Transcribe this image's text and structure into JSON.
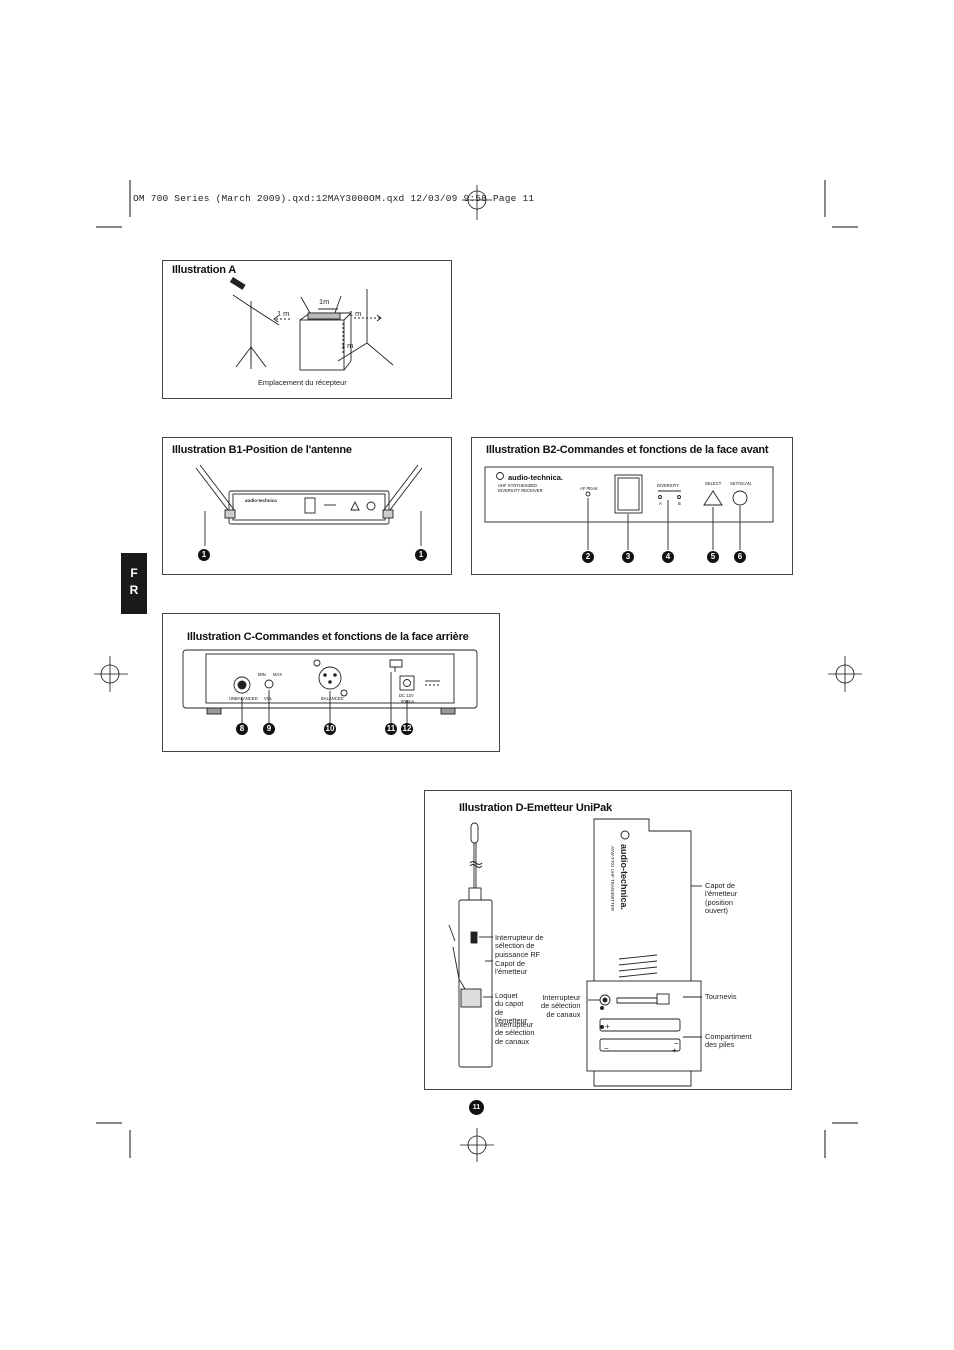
{
  "slug_line": "OM 700 Series (March 2009).qxd:12MAY3000OM.qxd  12/03/09  9:58  Page 11",
  "language_tab": [
    "F",
    "R"
  ],
  "page_number": "11",
  "illustration_a": {
    "title": "Illustration A",
    "caption": "Emplacement du récepteur",
    "dim_top": "1m",
    "dim_left": "1 m",
    "dim_right": "1 m",
    "dim_down": "1 m"
  },
  "illustration_b1": {
    "title": "Illustration B1-Position de l'antenne",
    "callouts": [
      "1",
      "1"
    ]
  },
  "illustration_b2": {
    "title": "Illustration B2-Commandes et fonctions de la face avant",
    "brand": "audio-technica.",
    "model_line1": "UHF SYNTHESIZED",
    "model_line2": "DIVERSITY RECEIVER",
    "af_peak": "AF PEAK",
    "diversity": "DIVERSITY",
    "div_a": "A",
    "div_b": "B",
    "select": "SELECT",
    "set_scan": "SET/SCAN",
    "callouts": [
      "2",
      "3",
      "4",
      "5",
      "6"
    ]
  },
  "illustration_c": {
    "title": "Illustration C-Commandes et fonctions de la face arrière",
    "unbalanced": "UNBALANCED",
    "vol": "VOL",
    "min": "MIN",
    "max": "MAX",
    "balanced": "BALANCED",
    "dc": "DC 12V",
    "dc_rating": "500mA",
    "callouts": [
      "8",
      "9",
      "10",
      "11",
      "12"
    ]
  },
  "illustration_d": {
    "title": "Illustration D-Emetteur UniPak",
    "brand": "audio-technica.",
    "transmitter_text": "ATW-T701 UHF TRANSMITTER",
    "labels": {
      "rf_switch": [
        "Interrupteur de",
        "sélection de",
        "puissance RF"
      ],
      "cover": [
        "Capot de",
        "l'émetteur"
      ],
      "latch": [
        "Loquet",
        "du capot",
        "de",
        "l'émetteur"
      ],
      "channel_left": [
        "Interrupteur",
        "de sélection",
        "de canaux"
      ],
      "cover_open": [
        "Capot de",
        "l'émetteur",
        "(position",
        "ouvert)"
      ],
      "channel_right": [
        "Interrupteur",
        "de sélection",
        "de canaux"
      ],
      "screwdriver": [
        "Tournevis"
      ],
      "battery": [
        "Compartiment",
        "des piles"
      ]
    }
  }
}
